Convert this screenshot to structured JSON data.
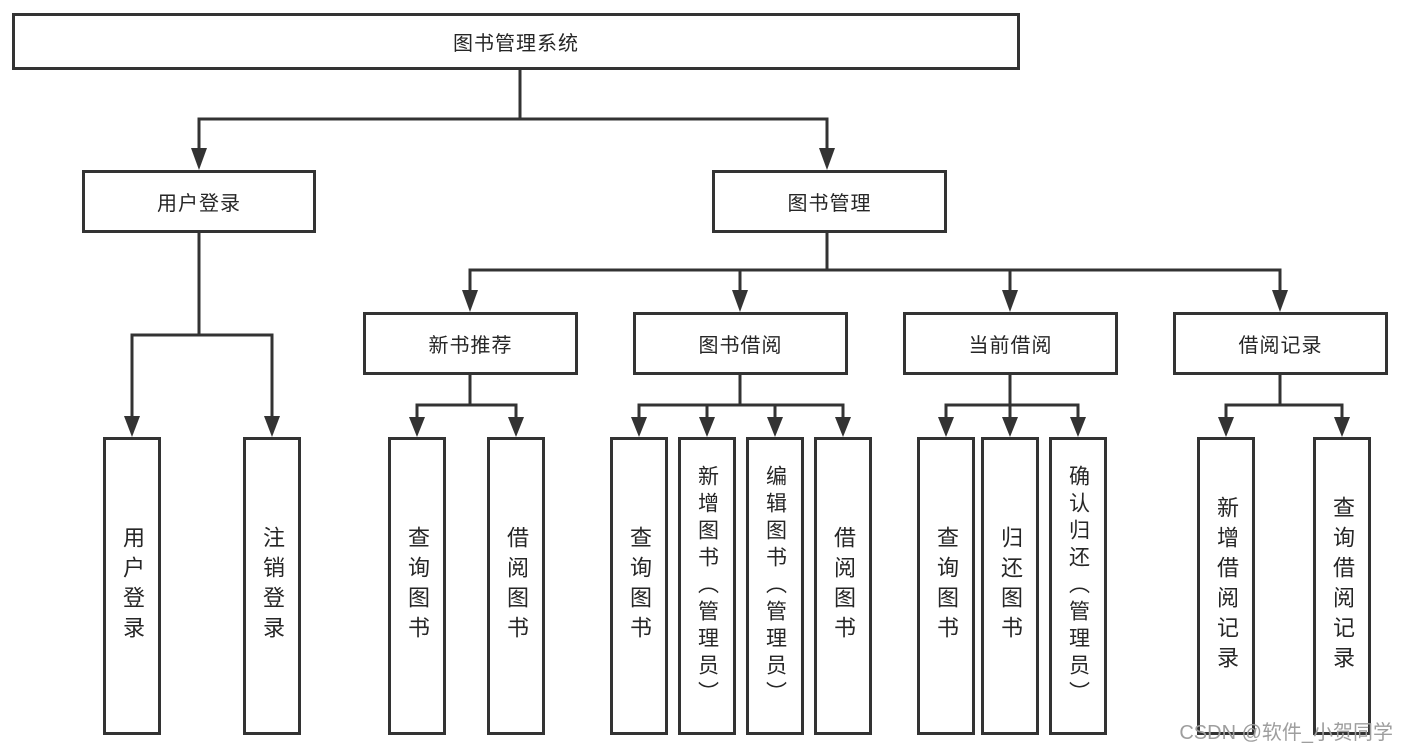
{
  "colors": {
    "line": "#333333",
    "text": "#262626",
    "watermark": "#9e9e9e",
    "background": "#ffffff"
  },
  "tree": {
    "root": "图书管理系统",
    "user": {
      "label": "用户登录",
      "children": [
        "用户登录",
        "注销登录"
      ]
    },
    "book": {
      "label": "图书管理",
      "groups": [
        {
          "label": "新书推荐",
          "children": [
            "查询图书",
            "借阅图书"
          ]
        },
        {
          "label": "图书借阅",
          "children": [
            "查询图书",
            "新增图书（管理员）",
            "编辑图书（管理员）",
            "借阅图书"
          ]
        },
        {
          "label": "当前借阅",
          "children": [
            "查询图书",
            "归还图书",
            "确认归还（管理员）"
          ]
        },
        {
          "label": "借阅记录",
          "children": [
            "新增借阅记录",
            "查询借阅记录"
          ]
        }
      ]
    }
  },
  "watermark": "CSDN @软件_小贺同学"
}
